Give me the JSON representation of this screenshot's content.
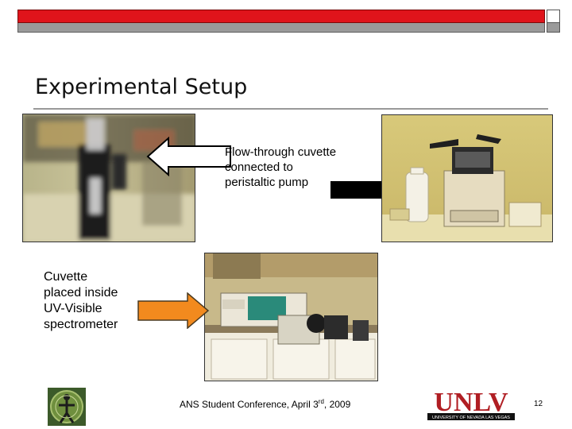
{
  "slide": {
    "title": "Experimental Setup",
    "caption_top": [
      "Flow-through cuvette",
      "connected to",
      "peristaltic pump"
    ],
    "caption_left": [
      "Cuvette",
      "placed inside",
      "UV-Visible",
      "spectrometer"
    ],
    "footer": {
      "text_before": "ANS Student Conference, April 3",
      "superscript": "rd",
      "text_after": ", 2009"
    },
    "page_number": "12"
  },
  "logos": {
    "unlv": {
      "wordmark": "UNLV",
      "tagline": "UNIVERSITY OF NEVADA LAS VEGAS"
    }
  },
  "images": {
    "cuvette_photo": "blurred close-up of flow-through cuvette in holder",
    "pump_photo": "peristaltic pump on lab bench",
    "spectrometer_photo": "UV-Visible spectrometer on lab counter"
  },
  "colors": {
    "header_red": "#e0141b",
    "header_gray": "#9a9a9a",
    "arrow_black": "#000000",
    "arrow_orange": "#f28a1e",
    "unlv_red": "#b01e23"
  }
}
